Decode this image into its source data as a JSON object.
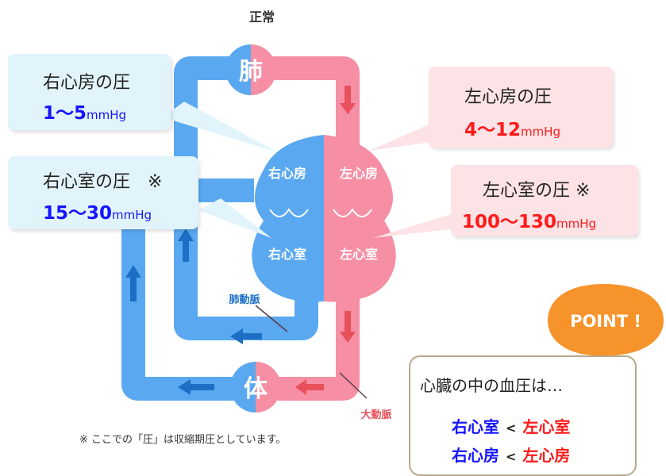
{
  "title": "正常",
  "organs": {
    "lung": "肺",
    "body": "体"
  },
  "chambers": {
    "ra": "右心房",
    "la": "左心房",
    "rv": "右心室",
    "lv": "左心室"
  },
  "vessels": {
    "pulmonary_artery": "肺動脈",
    "aorta": "大動脈"
  },
  "callouts": {
    "ra": {
      "label": "右心房の圧",
      "value": "1〜5",
      "unit": "mmHg"
    },
    "rv": {
      "label": "右心室の圧　※",
      "value": "15〜30",
      "unit": "mmHg"
    },
    "la": {
      "label": "左心房の圧",
      "value": "4〜12",
      "unit": "mmHg"
    },
    "lv": {
      "label": "左心室の圧 ※",
      "value": "100〜130",
      "unit": "mmHg"
    }
  },
  "note": "※ ここでの「圧」は収縮期圧としています。",
  "point": {
    "badge": "POINT !",
    "title": "心臓の中の血圧は…",
    "row1": {
      "left": "右心室",
      "op": "<",
      "right": "左心室"
    },
    "row2": {
      "left": "右心房",
      "op": "<",
      "right": "左心房"
    }
  },
  "colors": {
    "venous": "#5aa8f0",
    "arterial": "#f68ea4",
    "accent_blue": "#1414ff",
    "accent_red": "#ff1a1a",
    "point_orange": "#f7932b"
  }
}
